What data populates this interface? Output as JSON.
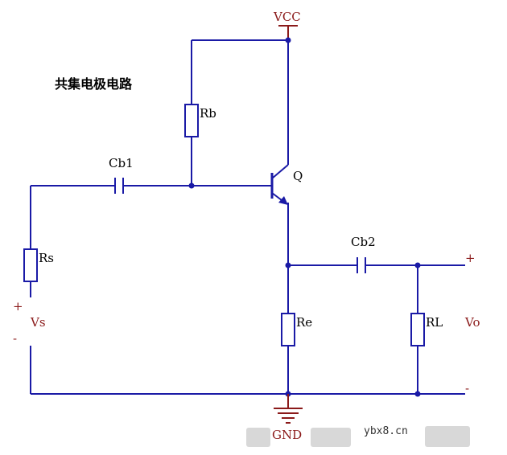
{
  "title": "共集电极电路",
  "labels": {
    "vcc": "VCC",
    "gnd": "GND",
    "rb": "Rb",
    "cb1": "Cb1",
    "q": "Q",
    "rs": "Rs",
    "vs": "Vs",
    "vs_plus": "+",
    "vs_minus": "-",
    "re": "Re",
    "cb2": "Cb2",
    "rl": "RL",
    "vo": "Vo",
    "vo_plus": "+",
    "vo_minus": "-"
  },
  "watermark": "ybx8.cn",
  "colors": {
    "wire": "#1a1aa6",
    "power": "#8b1a1a"
  }
}
